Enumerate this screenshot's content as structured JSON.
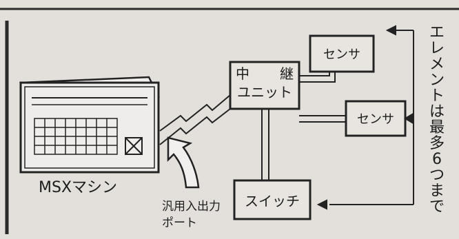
{
  "diagram": {
    "msx_machine_label": "MSXマシン",
    "port_label_line1": "汎用入出力",
    "port_label_line2": "ポート",
    "relay_unit_line1_a": "中",
    "relay_unit_line1_b": "継",
    "relay_unit_line2": "ユニット",
    "sensor_top_label": "センサ",
    "sensor_right_label": "センサ",
    "switch_label": "スイッチ",
    "vertical_note": "エレメントは最多6つまで"
  }
}
